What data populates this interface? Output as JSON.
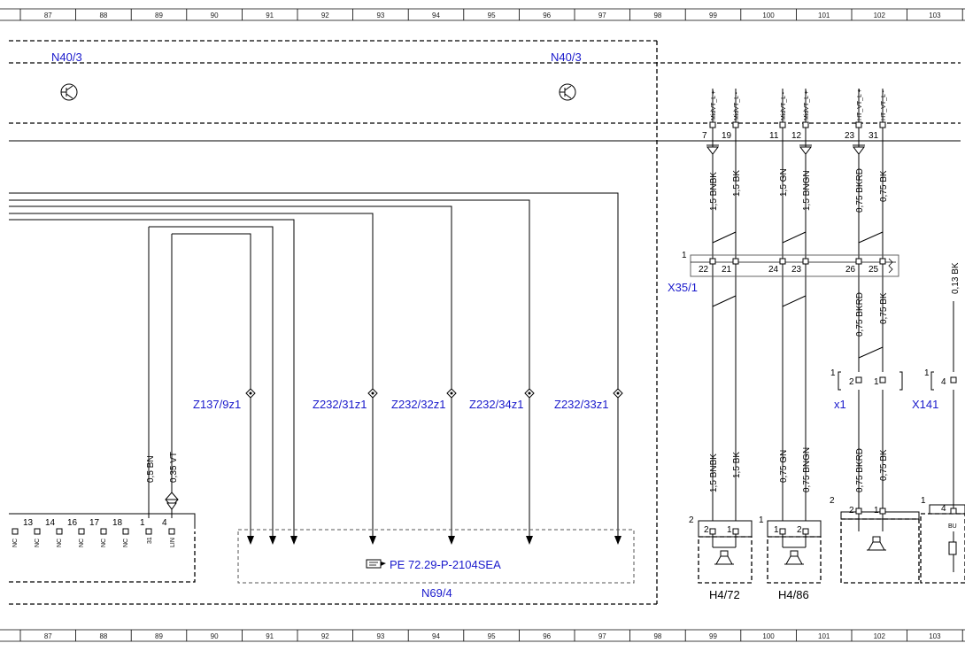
{
  "ruler": [
    "87",
    "88",
    "89",
    "90",
    "91",
    "92",
    "93",
    "94",
    "95",
    "96",
    "97",
    "98",
    "99",
    "100",
    "101",
    "102",
    "103"
  ],
  "modules": {
    "n40_left": "N40/3",
    "n40_right": "N40/3",
    "n69": "N69/4",
    "x35": "X35/1",
    "x1": "x1",
    "x141": "X141",
    "h4_72": "H4/72",
    "h4_86": "H4/86"
  },
  "page_ref": "PE 72.29-P-2104SEA",
  "zones": [
    "Z137/9z1",
    "Z232/31z1",
    "Z232/32z1",
    "Z232/34z1",
    "Z232/33z1"
  ],
  "left_wires": {
    "a": "0,5 BN",
    "b": "0,35 VT"
  },
  "left_pins": [
    "13",
    "14",
    "16",
    "17",
    "18",
    "1",
    "4"
  ],
  "left_nc": [
    "NC",
    "NC",
    "NC",
    "NC",
    "NC",
    "NC"
  ],
  "left_sig": [
    "31",
    "LIN"
  ],
  "top_signals": [
    "MidVT_L +",
    "MidVT_L -",
    "MidVT_L -",
    "MidVT_L +",
    "HT_VT_L +",
    "HT_VT_L -"
  ],
  "top_pins": [
    "7",
    "19",
    "11",
    "12",
    "23",
    "31"
  ],
  "upper_wires": [
    "1,5 BNBK",
    "1,5 BK",
    "1,5 GN",
    "1,5 BNGN",
    "0,75 BKRD",
    "0,75 BK"
  ],
  "x35_pins": [
    "22",
    "21",
    "24",
    "23",
    "26",
    "25"
  ],
  "x35_num": "1",
  "mid_wires": [
    "0,75 BKRD",
    "0,75 BK"
  ],
  "x1_pins": [
    "2",
    "1"
  ],
  "x1_num": "1",
  "x141_pin": "4",
  "x141_num": "1",
  "far_right_wire": "0,13 BK",
  "lower_wires": [
    "1,5 BNBK",
    "1,5 BK",
    "0,75 GN",
    "0,75 BNGN",
    "0,75 BKRD",
    "0,75 BK"
  ],
  "h4_72_pins": [
    "2",
    "1"
  ],
  "h4_86_pins": [
    "1",
    "2"
  ],
  "x1_lower_pins": [
    "2",
    "1"
  ],
  "right_lower_pin": "4",
  "h4_72_num": "2",
  "h4_86_num": "1",
  "x1_lower_num": "2",
  "right_lower_num": "1",
  "right_lower_label": "BU"
}
